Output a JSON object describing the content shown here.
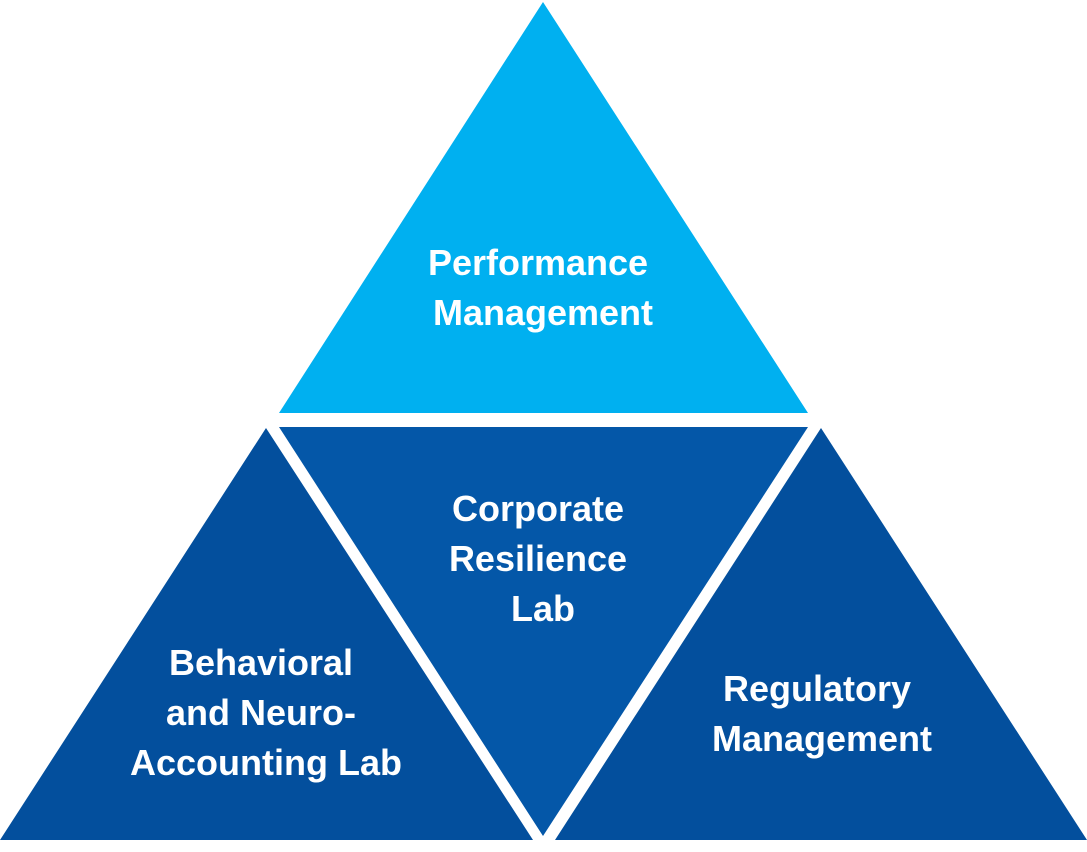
{
  "segments": [
    {
      "key": "top",
      "lines": [
        "Performance",
        "Management"
      ],
      "color": "#00b0f0"
    },
    {
      "key": "center",
      "lines": [
        "Corporate",
        "Resilience",
        "Lab"
      ],
      "color": "#0457a8"
    },
    {
      "key": "left",
      "lines": [
        "Behavioral",
        "and Neuro-",
        "Accounting Lab"
      ],
      "color": "#034f9d"
    },
    {
      "key": "right",
      "lines": [
        "Regulatory",
        "Management"
      ],
      "color": "#034f9d"
    }
  ]
}
